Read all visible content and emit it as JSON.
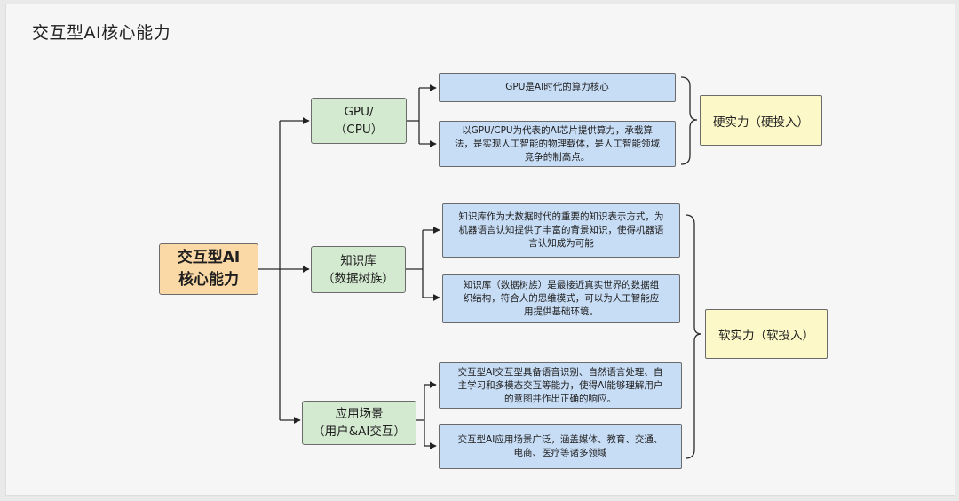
{
  "title": "交互型AI核心能力",
  "root": {
    "line1": "交互型AI",
    "line2": "核心能力"
  },
  "branches": [
    {
      "line1": "GPU/",
      "line2": "（CPU）",
      "leaves": [
        [
          "GPU是AI时代的算力核心"
        ],
        [
          "以GPU/CPU为代表的AI芯片提供算力，承载算",
          "法，是实现人工智能的物理载体，是人工智能领域",
          "竞争的制高点。"
        ]
      ]
    },
    {
      "line1": "知识库",
      "line2": "（数据树族）",
      "leaves": [
        [
          "知识库作为大数据时代的重要的知识表示方式，为",
          "机器语言认知提供了丰富的背景知识，使得机器语",
          "言认知成为可能"
        ],
        [
          "知识库（数据树族）是最接近真实世界的数据组",
          "织结构，符合人的思维模式，可以为人工智能应",
          "用提供基础环境。"
        ]
      ]
    },
    {
      "line1": "应用场景",
      "line2": "（用户&AI交互）",
      "leaves": [
        [
          "交互型AI交互型具备语音识别、自然语言处理、自",
          "主学习和多模态交互等能力，使得AI能够理解用户",
          "的意图并作出正确的响应。"
        ],
        [
          "交互型AI应用场景广泛，涵盖媒体、教育、交通、",
          "电商、医疗等诸多领域"
        ]
      ]
    }
  ],
  "summaries": {
    "hard": "硬实力（硬投入）",
    "soft": "软实力（软投入）"
  }
}
